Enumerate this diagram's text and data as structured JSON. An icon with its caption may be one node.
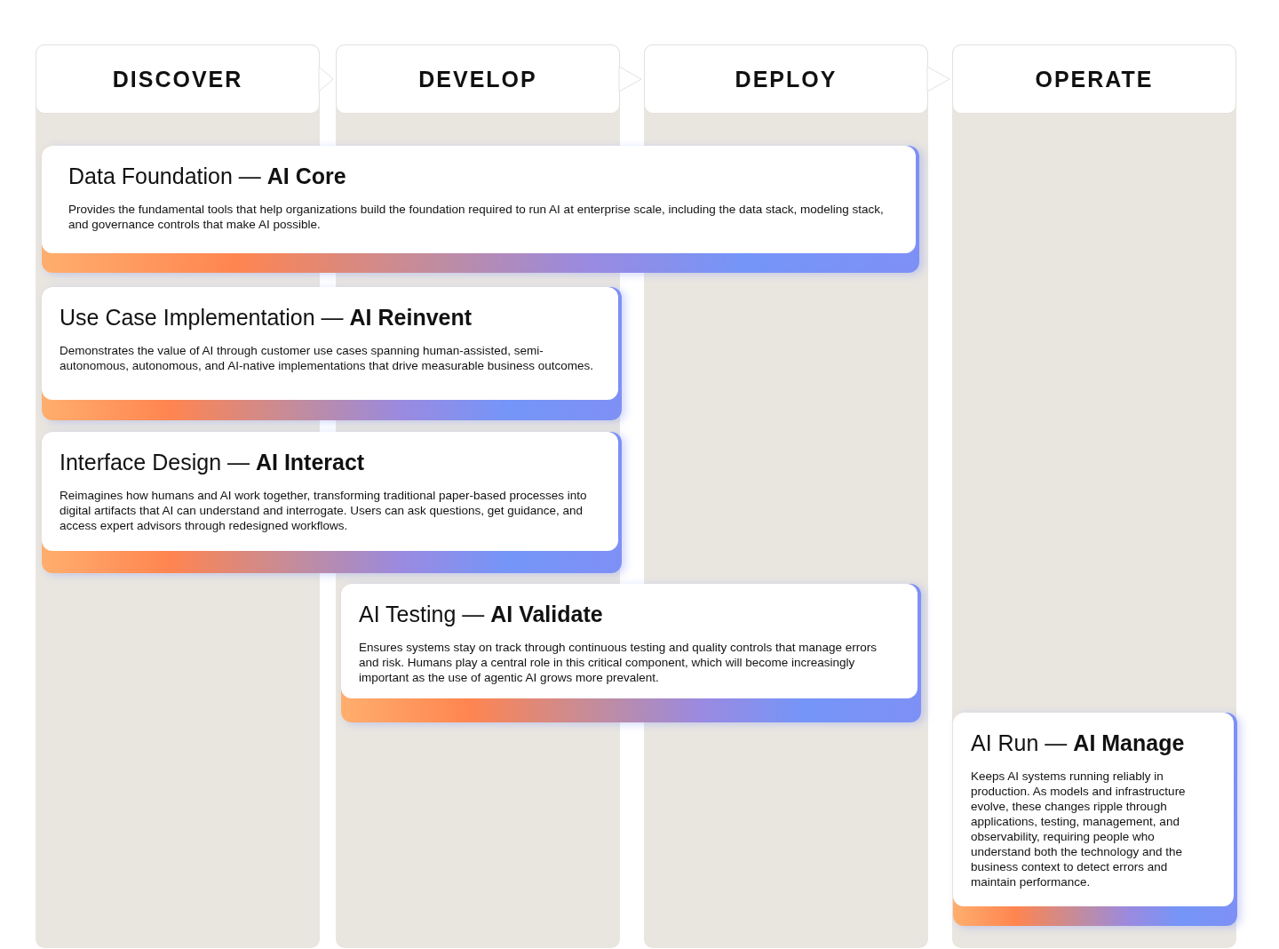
{
  "diagram": {
    "nodes": [
      {
        "text": [
          "DISCOVER"
        ]
      },
      {
        "text": [
          "DEVELOP"
        ]
      },
      {
        "text": [
          "DEPLOY"
        ]
      },
      {
        "text": [
          "OPERATE"
        ]
      },
      {
        "text": [
          "Data Foundation — **AI Core**",
          "Provides the fundamental tools that help organizations build the foundation required to run AI at enterprise scale, including the data stack, modeling stack, and governance controls that make AI possible."
        ]
      },
      {
        "text": [
          "Use Case Implementation — **AI Reinvent**",
          "Demonstrates the value of AI through customer use cases spanning human-assisted, semi-autonomous, autonomous, and AI-native implementations that drive measurable business outcomes."
        ]
      },
      {
        "text": [
          "Interface Design — **AI Interact**",
          "Reimagines how humans and AI work together, transforming traditional paper-based processes into digital artifacts that AI can understand and interrogate. Users can ask questions, get guidance, and access expert advisors through redesigned workflows."
        ]
      },
      {
        "text": [
          "AI Testing — **AI Validate**",
          "Ensures systems stay on track through continuous testing and quality controls that manage errors and risk. Humans play a central role in this critical component, which will become increasingly important as the use of agentic AI grows more prevalent."
        ]
      },
      {
        "text": [
          "AI Run — **AI Manage**",
          "Keeps AI systems running reliably in production. As models and infrastructure evolve, these changes ripple through applications, testing, management, and observability, requiring people who understand both the technology and the business context to detect errors and maintain performance."
        ]
      }
    ],
    "edges": [
      {
        "from": 0,
        "to": 1,
        "arrow": "to"
      },
      {
        "from": 1,
        "to": 2,
        "arrow": "to"
      },
      {
        "from": 2,
        "to": 3,
        "arrow": "to"
      }
    ]
  }
}
